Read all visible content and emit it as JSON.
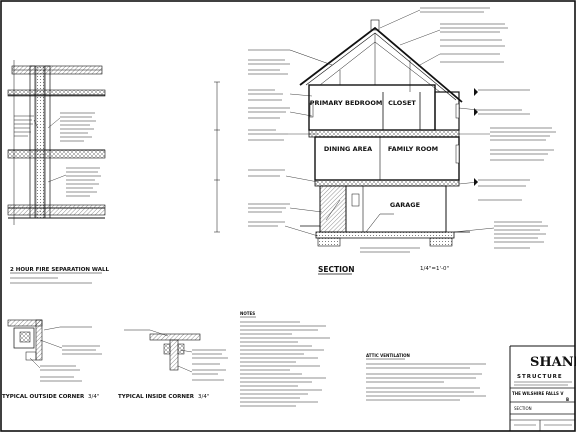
{
  "section": {
    "title": "SECTION",
    "scale": "1/4\"=1'-0\"",
    "rooms": {
      "bedroom": "PRIMARY BEDROOM",
      "closet": "CLOSET",
      "dining": "DINING AREA",
      "family": "FAMILY ROOM",
      "garage": "GARAGE"
    }
  },
  "details": {
    "separation_wall": "2 HOUR FIRE SEPARATION WALL",
    "outside_corner": "TYPICAL OUTSIDE CORNER",
    "inside_corner": "TYPICAL INSIDE CORNER",
    "corner_scale": "3/4\"",
    "inside_corner_scale": "3/4\""
  },
  "notes": {
    "general_heading": "NOTES",
    "attic_heading": "ATTIC VENTILATION"
  },
  "title_block": {
    "logo_line1": "SHANE",
    "logo_line2": "STRUCTURE",
    "project_fragment": "THE WILSHIRE FALLS V",
    "sheet_fragment": "B",
    "section_label": "SECTION"
  },
  "colors": {
    "ink": "#111111",
    "paper": "#ffffff",
    "hatch": "#444444"
  }
}
